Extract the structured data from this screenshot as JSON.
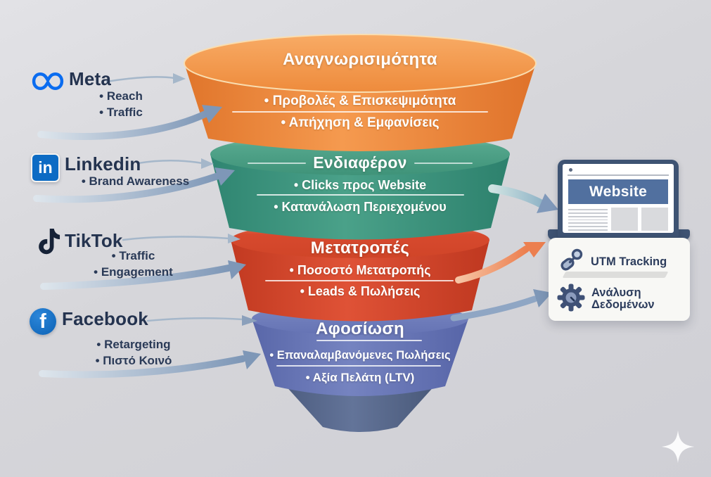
{
  "colors": {
    "background": "#d6d6da",
    "tier_awareness": "#ef8636",
    "tier_interest": "#3f9a82",
    "tier_conversion": "#d94a30",
    "tier_loyalty": "#6473b3",
    "funnel_spout": "#566a92",
    "arrow_slate": "#7e97b7",
    "arrow_orange": "#ec7f4f",
    "text_navy": "#24334f",
    "website_banner": "#51709f",
    "browser_frame": "#3e5373",
    "card_background": "#f8f8f5"
  },
  "funnel": {
    "tiers": [
      {
        "title": "Αναγνωρισιμότητα",
        "bullets": [
          "• Προβολές & Επισκεψιμότητα",
          "• Απήχηση & Εμφανίσεις"
        ]
      },
      {
        "title": "Ενδιαφέρον",
        "bullets": [
          "• Clicks προς Website",
          "• Κατανάλωση Περιεχομένου"
        ]
      },
      {
        "title": "Μετατροπές",
        "bullets": [
          "• Ποσοστό Μετατροπής",
          "• Leads & Πωλήσεις"
        ]
      },
      {
        "title": "Αφοσίωση",
        "bullets": [
          "• Επαναλαμβανόμενες Πωλήσεις",
          "• Αξία Πελάτη (LTV)"
        ]
      }
    ]
  },
  "platforms": [
    {
      "name": "Meta",
      "icon": "meta-infinity-icon",
      "bullets": [
        "• Reach",
        "• Traffic"
      ]
    },
    {
      "name": "Linkedin",
      "icon": "linkedin-icon",
      "icon_text": "in",
      "bullets": [
        "• Brand Awareness"
      ]
    },
    {
      "name": "TikTok",
      "icon": "tiktok-note-icon",
      "bullets": [
        "• Traffic",
        "• Engagement"
      ]
    },
    {
      "name": "Facebook",
      "icon": "facebook-f-icon",
      "icon_text": "f",
      "bullets": [
        "• Retargeting",
        "• Πιστό Κοινό"
      ]
    }
  ],
  "website": {
    "browser_title": "Website",
    "tracking_items": [
      {
        "icon": "link-icon",
        "label": "UTM Tracking"
      },
      {
        "icon": "gear-icon",
        "label": "Ανάλυση Δεδομένων"
      }
    ]
  }
}
